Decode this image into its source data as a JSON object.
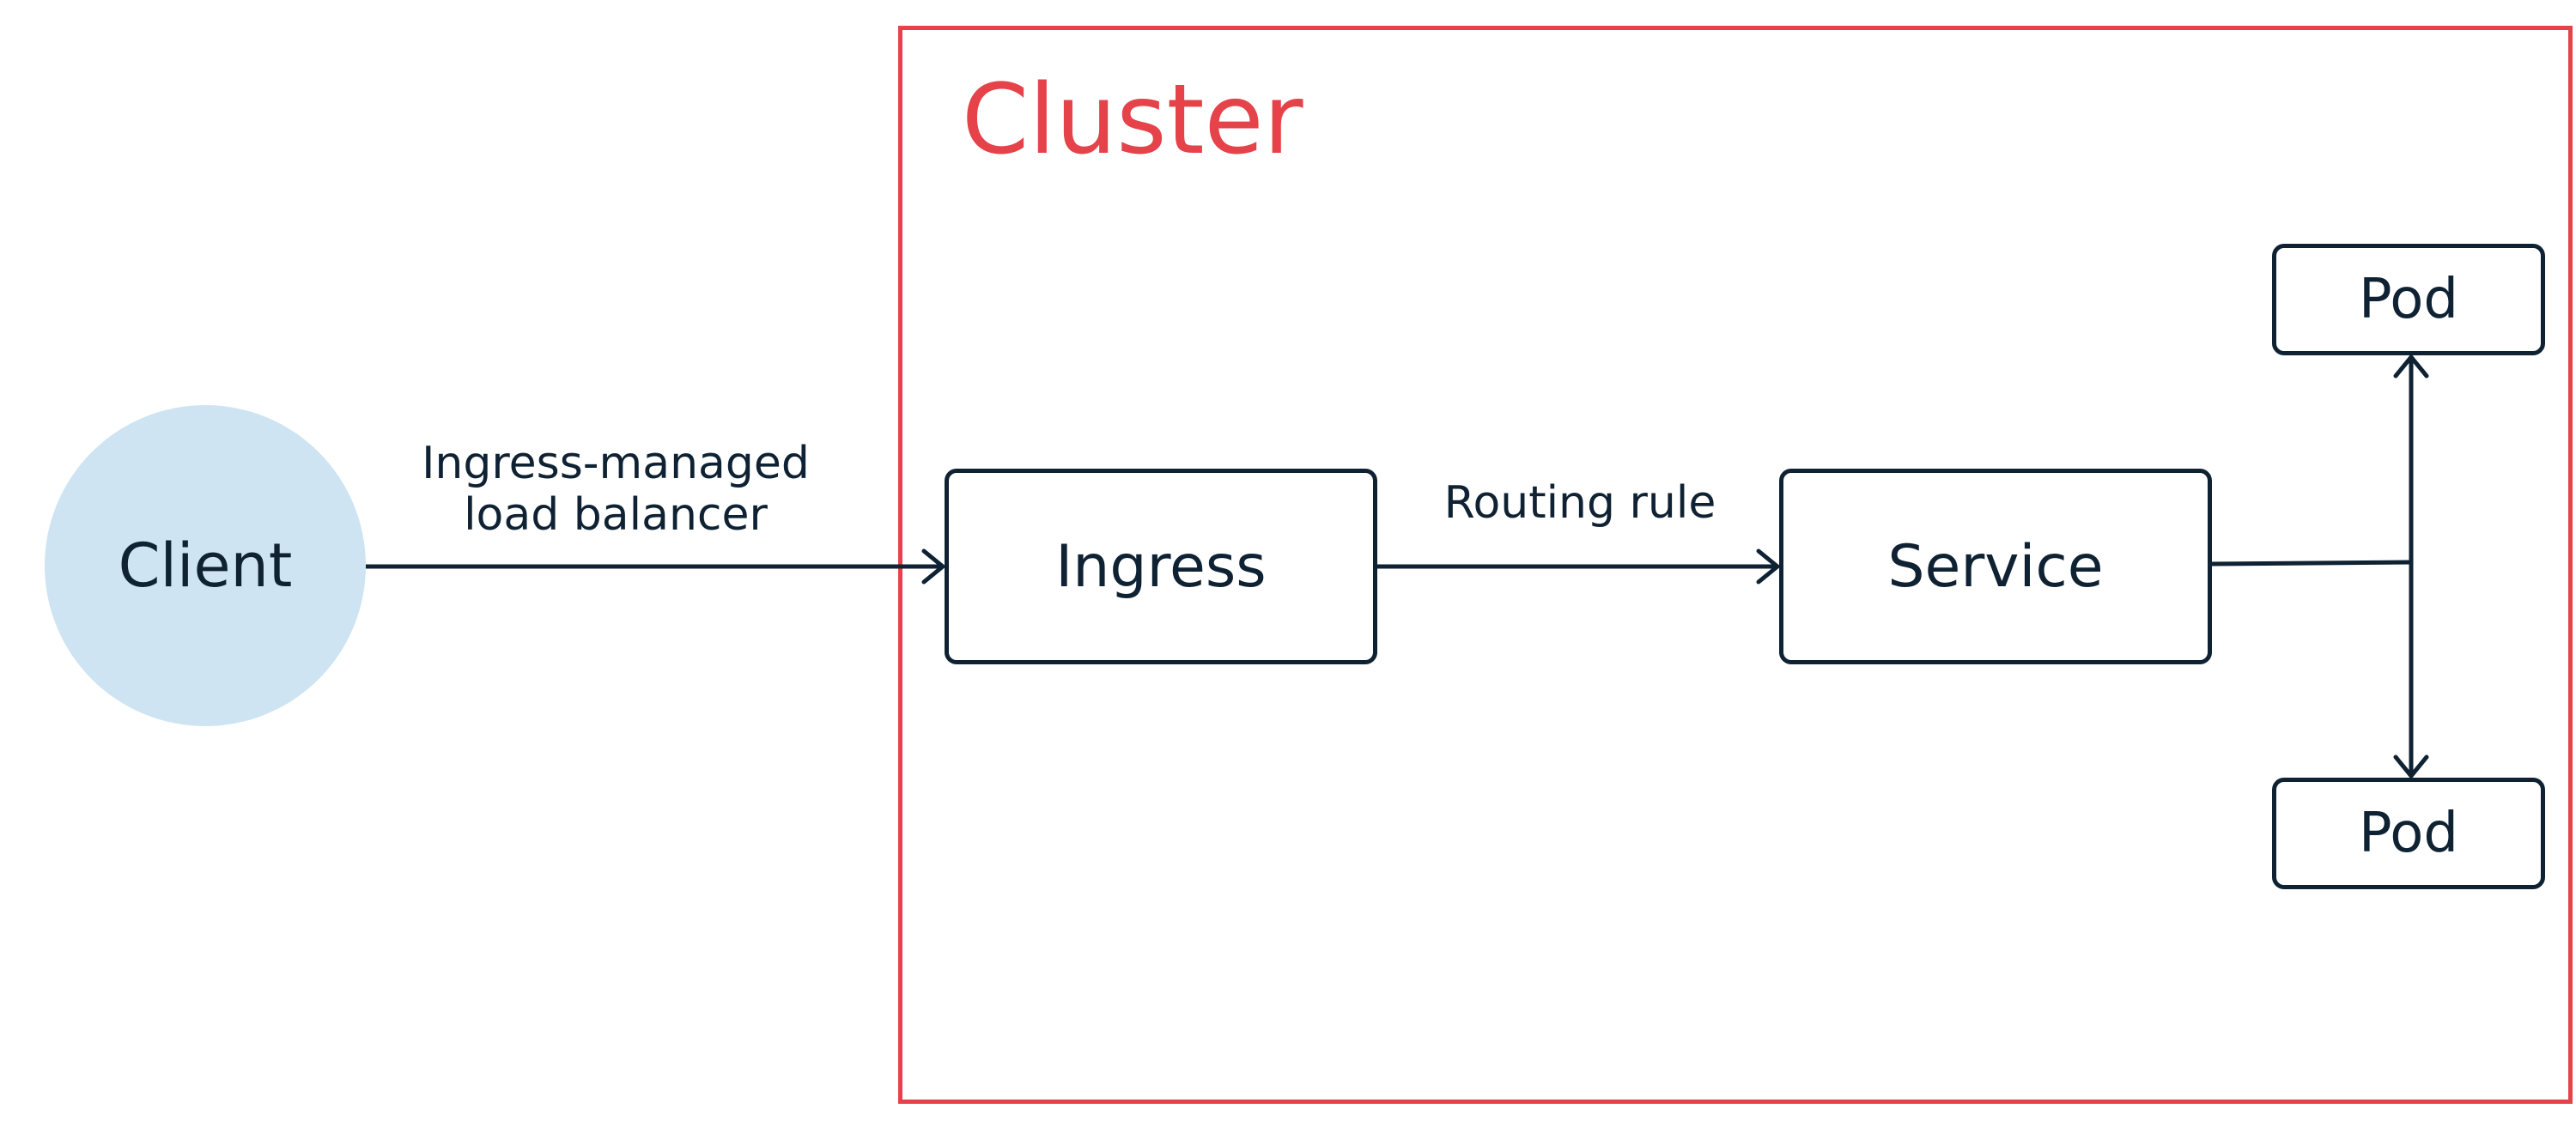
{
  "cluster": {
    "title": "Cluster",
    "border_color": "#e5424a"
  },
  "client": {
    "label": "Client",
    "fill_color": "#cee4f2"
  },
  "edges": {
    "client_to_ingress": {
      "line1": "Ingress-managed",
      "line2": "load balancer"
    },
    "ingress_to_service": {
      "label": "Routing rule"
    }
  },
  "nodes": {
    "ingress": "Ingress",
    "service": "Service",
    "pod_top": "Pod",
    "pod_bottom": "Pod"
  },
  "colors": {
    "stroke": "#0f2233",
    "text": "#0f2233"
  }
}
